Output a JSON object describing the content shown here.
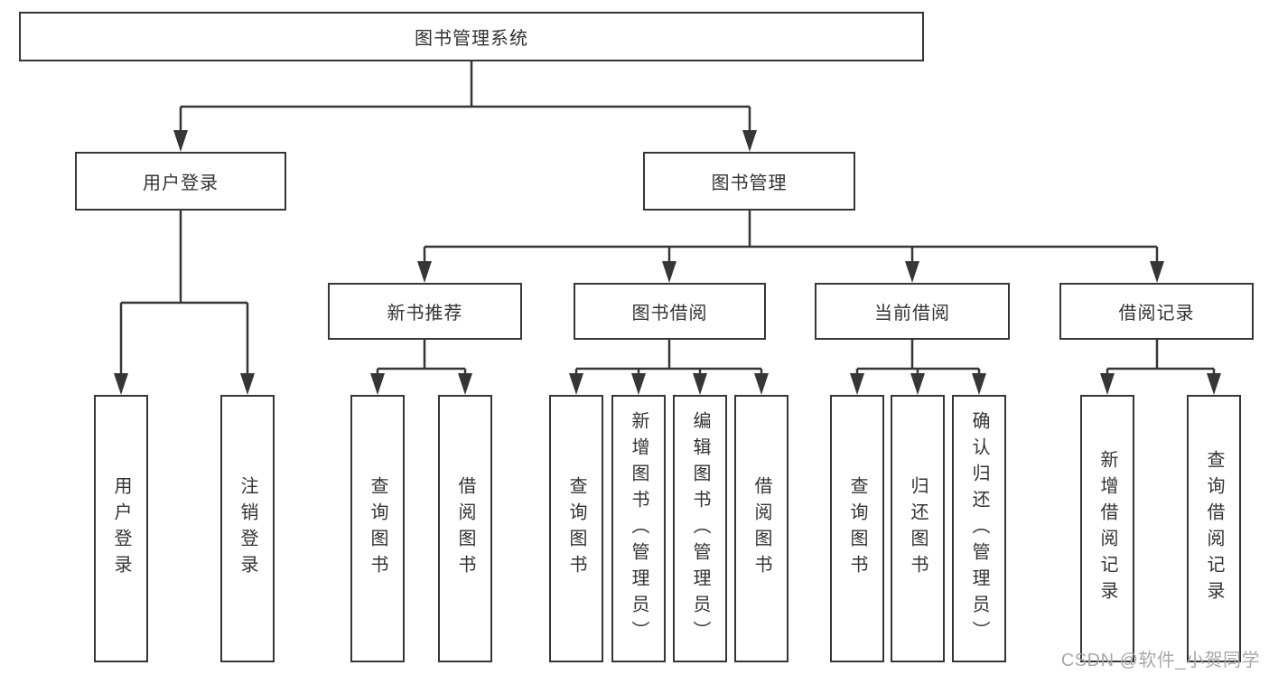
{
  "diagram": {
    "nodes": [
      {
        "id": "system",
        "label": "图书管理系统",
        "level": 1,
        "parent": null
      },
      {
        "id": "user-login",
        "label": "用户登录",
        "level": 2,
        "parent": "system"
      },
      {
        "id": "book-mgmt",
        "label": "图书管理",
        "level": 2,
        "parent": "system"
      },
      {
        "id": "new-book-rec",
        "label": "新书推荐",
        "level": 3,
        "parent": "book-mgmt"
      },
      {
        "id": "book-borrow",
        "label": "图书借阅",
        "level": 3,
        "parent": "book-mgmt"
      },
      {
        "id": "current-borrow",
        "label": "当前借阅",
        "level": 3,
        "parent": "book-mgmt"
      },
      {
        "id": "borrow-records",
        "label": "借阅记录",
        "level": 3,
        "parent": "book-mgmt"
      },
      {
        "id": "leaf-user-login",
        "label": "用户登录",
        "level": 4,
        "parent": "user-login"
      },
      {
        "id": "leaf-logout",
        "label": "注销登录",
        "level": 4,
        "parent": "user-login"
      },
      {
        "id": "leaf-query-book-1",
        "label": "查询图书",
        "level": 4,
        "parent": "new-book-rec"
      },
      {
        "id": "leaf-borrow-book-1",
        "label": "借阅图书",
        "level": 4,
        "parent": "new-book-rec"
      },
      {
        "id": "leaf-query-book-2",
        "label": "查询图书",
        "level": 4,
        "parent": "book-borrow"
      },
      {
        "id": "leaf-add-book",
        "label": "新增图书（管理员）",
        "level": 4,
        "parent": "book-borrow"
      },
      {
        "id": "leaf-edit-book",
        "label": "编辑图书（管理员）",
        "level": 4,
        "parent": "book-borrow"
      },
      {
        "id": "leaf-borrow-book-2",
        "label": "借阅图书",
        "level": 4,
        "parent": "book-borrow"
      },
      {
        "id": "leaf-query-book-3",
        "label": "查询图书",
        "level": 4,
        "parent": "current-borrow"
      },
      {
        "id": "leaf-return-book",
        "label": "归还图书",
        "level": 4,
        "parent": "current-borrow"
      },
      {
        "id": "leaf-confirm-return",
        "label": "确认归还（管理员）",
        "level": 4,
        "parent": "current-borrow"
      },
      {
        "id": "leaf-add-record",
        "label": "新增借阅记录",
        "level": 4,
        "parent": "borrow-records"
      },
      {
        "id": "leaf-query-record",
        "label": "查询借阅记录",
        "level": 4,
        "parent": "borrow-records"
      }
    ]
  },
  "watermark": {
    "text": "CSDN @软件_小贺同学",
    "color": "#a8a8a8"
  },
  "colors": {
    "line": "#363636",
    "box_border": "#363636",
    "text": "#333333",
    "background": "#ffffff"
  }
}
